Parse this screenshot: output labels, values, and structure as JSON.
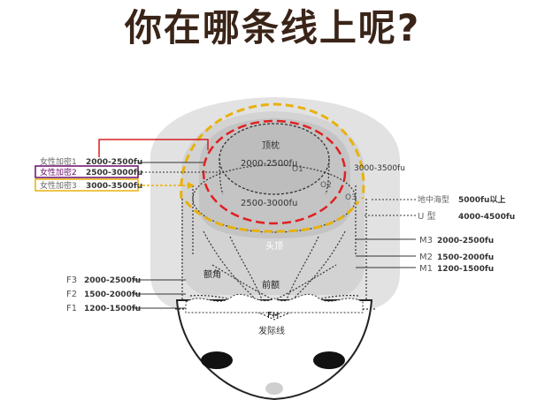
{
  "title": "你在哪条线上呢?",
  "zones": {
    "crown": "顶枕",
    "crown_range": "2000-2500fu",
    "mid_range": "2500-3000fu",
    "side_range": "3000-3500fu",
    "top_head": "头顶",
    "temple": "额角",
    "forehead": "前额",
    "hairline": "发际线",
    "fh": "FH"
  },
  "markers": {
    "o1": "O1",
    "o2": "O2",
    "o3": "O3"
  },
  "female": [
    {
      "label": "女性加密1",
      "range": "2000-2500fu",
      "box_color": "#d81e1e"
    },
    {
      "label": "女性加密2",
      "range": "2500-3000fu",
      "box_color": "#6a0d6a"
    },
    {
      "label": "女性加密3",
      "range": "3000-3500fu",
      "box_color": "#e8b10c"
    }
  ],
  "right_labels": [
    {
      "code": "地中海型",
      "range": "5000fu以上"
    },
    {
      "code": "U   型",
      "range": "4000-4500fu"
    },
    {
      "code": "M3",
      "range": "2000-2500fu"
    },
    {
      "code": "M2",
      "range": "1500-2000fu"
    },
    {
      "code": "M1",
      "range": "1200-1500fu"
    }
  ],
  "left_labels": [
    {
      "code": "F3",
      "range": "2000-2500fu"
    },
    {
      "code": "F2",
      "range": "1500-2000fu"
    },
    {
      "code": "F1",
      "range": "1200-1500fu"
    }
  ],
  "colors": {
    "title": "#3a2418",
    "red_box": "#d81e1e",
    "purple_box": "#6a0d6a",
    "yellow": "#e8b10c",
    "red_dash": "#e02020",
    "crown_fill": "#c4c4c4",
    "head_fill": "#d3d3d3",
    "outer_fill": "#e2e2e2"
  }
}
